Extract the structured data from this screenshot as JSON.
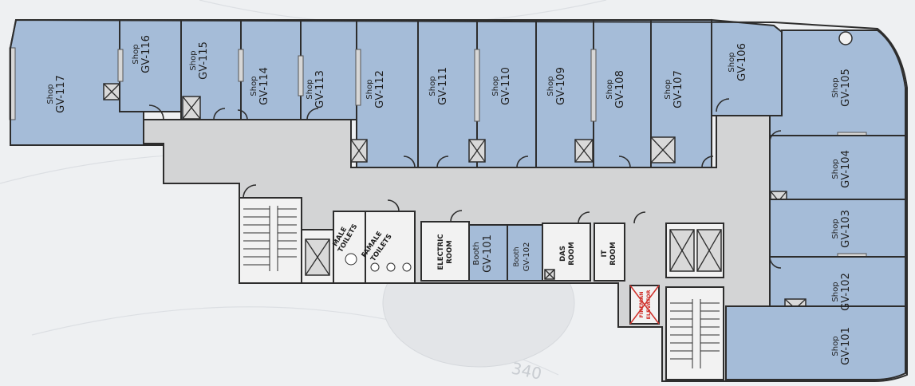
{
  "units": [
    {
      "type": "Shop",
      "code": "GV-117"
    },
    {
      "type": "Shop",
      "code": "GV-116"
    },
    {
      "type": "Shop",
      "code": "GV-115"
    },
    {
      "type": "Shop",
      "code": "GV-114"
    },
    {
      "type": "Shop",
      "code": "GV-113"
    },
    {
      "type": "Shop",
      "code": "GV-112"
    },
    {
      "type": "Shop",
      "code": "GV-111"
    },
    {
      "type": "Shop",
      "code": "GV-110"
    },
    {
      "type": "Shop",
      "code": "GV-109"
    },
    {
      "type": "Shop",
      "code": "GV-108"
    },
    {
      "type": "Shop",
      "code": "GV-107"
    },
    {
      "type": "Shop",
      "code": "GV-106"
    },
    {
      "type": "Shop",
      "code": "GV-105"
    },
    {
      "type": "Shop",
      "code": "GV-104"
    },
    {
      "type": "Shop",
      "code": "GV-103"
    },
    {
      "type": "Shop",
      "code": "GV-102"
    },
    {
      "type": "Shop",
      "code": "GV-101"
    },
    {
      "type": "Booth",
      "code": "GV-101"
    },
    {
      "type": "Booth",
      "code": "GV-102"
    }
  ],
  "rooms": {
    "male_toilets": [
      "MALE",
      "TOILETS"
    ],
    "female_toilets": [
      "FAMALE",
      "TOILETS"
    ],
    "electric_room": [
      "ELECTRIC",
      "ROOM"
    ],
    "das_room": [
      "DAS",
      "ROOM"
    ],
    "it_room": [
      "IT",
      "ROOM"
    ],
    "fireman_elevator": [
      "FIREMAN",
      "ELEVATOR"
    ]
  },
  "background": {
    "sketch_text": "340"
  },
  "colors": {
    "shop_fill": "#a5bcd8",
    "corridor_fill": "#d3d4d5",
    "wall": "#2d2d2d",
    "fireman_label": "#d0302a"
  }
}
